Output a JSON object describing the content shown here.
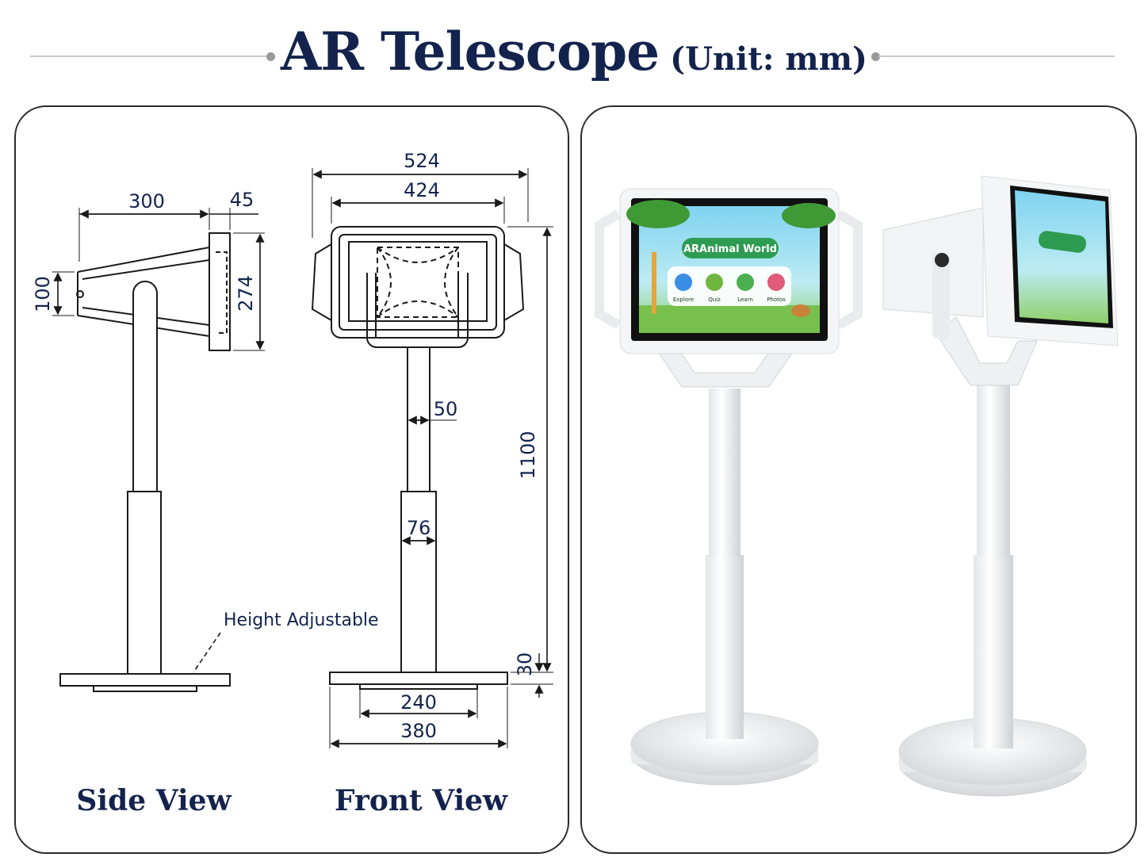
{
  "header": {
    "title": "AR Telescope",
    "unit": "(Unit: mm)"
  },
  "side_view": {
    "title": "Side View",
    "dims": {
      "length": "300",
      "depth": "45",
      "mount": "100",
      "screen_height": "274"
    },
    "note": "Height Adjustable"
  },
  "front_view": {
    "title": "Front View",
    "dims": {
      "outer_width": "524",
      "inner_width": "424",
      "pole_upper": "50",
      "pole_lower": "76",
      "total_height": "1100",
      "base_thickness": "30",
      "base_inner": "240",
      "base_outer": "380"
    }
  },
  "screen": {
    "app_title": "ARAnimal World",
    "icons": [
      {
        "label": "Explore",
        "icon": "search-icon",
        "color": "#3a8ee6"
      },
      {
        "label": "Quiz",
        "icon": "book-icon",
        "color": "#6fb63f"
      },
      {
        "label": "Learn",
        "icon": "gamepad-icon",
        "color": "#4caf50"
      },
      {
        "label": "Photos",
        "icon": "camera-icon",
        "color": "#e05a7a"
      }
    ]
  },
  "colors": {
    "ink": "#13234d",
    "line": "#1a1a1a",
    "app_green": "#2e9b52"
  }
}
